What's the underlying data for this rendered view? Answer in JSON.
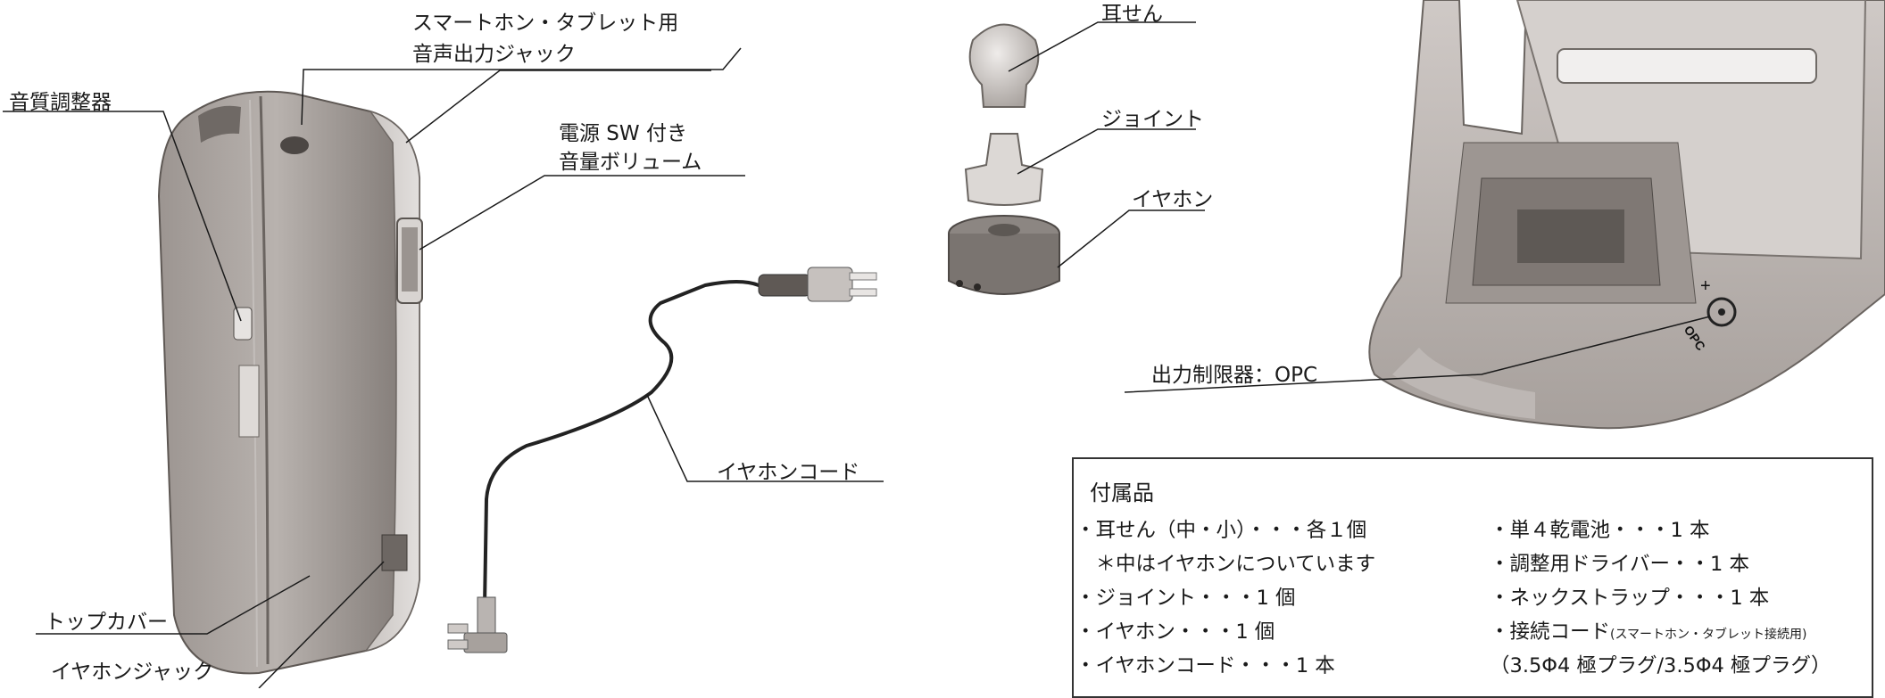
{
  "labels": {
    "smartphone_jack": [
      "スマートホン・タブレット用",
      "音声出力ジャック"
    ],
    "tone_adjuster": "音質調整器",
    "power_volume": [
      "電源 SW 付き",
      "音量ボリューム"
    ],
    "ear_tip": "耳せん",
    "joint": "ジョイント",
    "earphone": "イヤホン",
    "output_limiter": "出力制限器：OPC",
    "earphone_cord": "イヤホンコード",
    "top_cover": "トップカバー",
    "earphone_jack": "イヤホンジャック"
  },
  "device_marks": {
    "plus": "+",
    "opc": "OPC"
  },
  "accessories": {
    "title": "付属品",
    "left": [
      "・耳せん（中・小）・・・各１個",
      "　＊中はイヤホンについています",
      "・ジョイント・・・1 個",
      "・イヤホン・・・1 個",
      "・イヤホンコード・・・1 本"
    ],
    "right": [
      "・単４乾電池・・・1 本",
      "・調整用ドライバー・・1 本",
      "・ネックストラップ・・・1 本"
    ],
    "cord_main": "・接続コード",
    "cord_note": "(スマートホン・タブレット接続用)",
    "cord_spec": "（3.5Φ4 極プラグ/3.5Φ4 極プラグ）"
  },
  "colors": {
    "body_dark": "#8f8884",
    "body_mid": "#b0aaa6",
    "body_light": "#d6d2cf",
    "line": "#1a1a1a"
  }
}
